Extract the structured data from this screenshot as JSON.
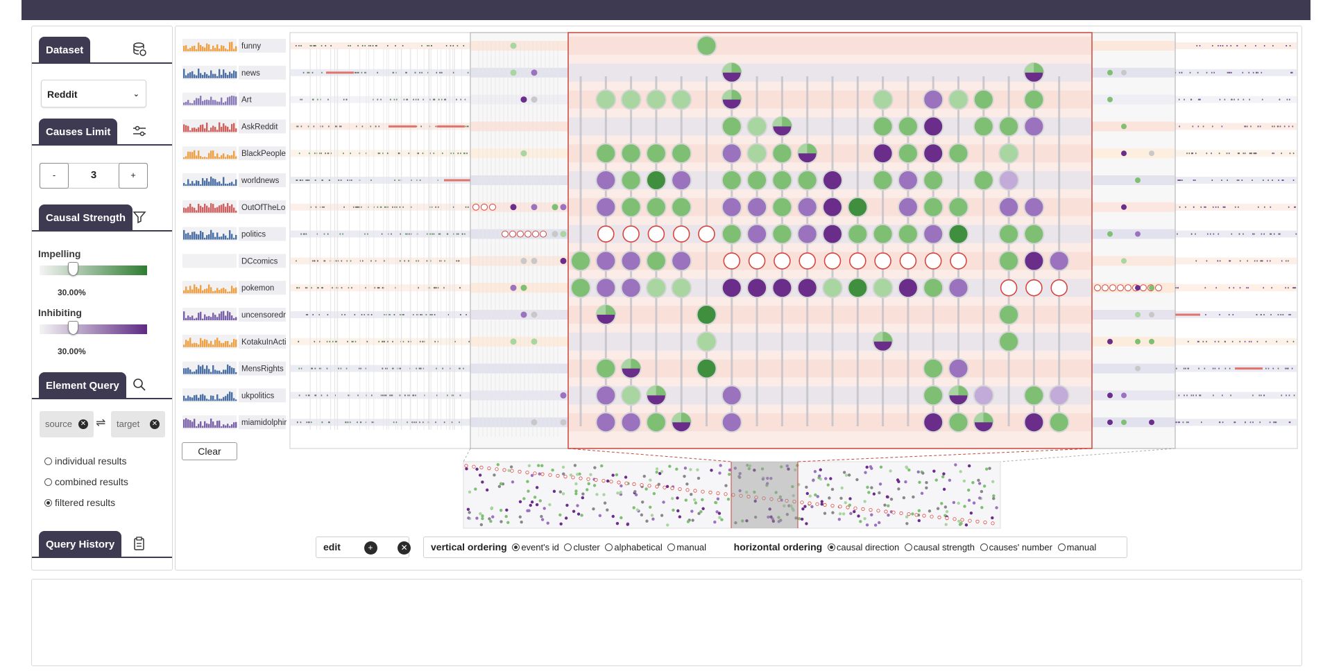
{
  "panel": {
    "dataset": {
      "title": "Dataset",
      "icon": "database-icon",
      "selected": "Reddit"
    },
    "causes_limit": {
      "title": "Causes Limit",
      "icon": "sliders-icon",
      "minus": "-",
      "value": "3",
      "plus": "+"
    },
    "causal_strength": {
      "title": "Causal Strength",
      "icon": "filter-icon",
      "impelling_label": "Impelling",
      "impelling_value": "30.00%",
      "impelling_fraction": 0.3,
      "inhibiting_label": "Inhibiting",
      "inhibiting_value": "30.00%",
      "inhibiting_fraction": 0.3,
      "impelling_color": "#2e7d32",
      "inhibiting_color": "#5e2a84"
    },
    "element_query": {
      "title": "Element Query",
      "icon": "search-icon",
      "source_placeholder": "source",
      "target_placeholder": "target",
      "swap_icon": "swap-icon",
      "options": [
        "individual results",
        "combined results",
        "filtered results"
      ],
      "selected_option": 2
    },
    "query_history": {
      "title": "Query History",
      "icon": "clipboard-icon"
    }
  },
  "rows": [
    "funny",
    "news",
    "Art",
    "AskReddit",
    "BlackPeople",
    "worldnews",
    "OutOfTheLo",
    "politics",
    "DCcomics",
    "pokemon",
    "uncensoredr",
    "KotakuInActi",
    "MensRights",
    "ukpolitics",
    "miamidolphir"
  ],
  "clear_label": "Clear",
  "toolbar": {
    "edit_label": "edit",
    "vertical_label": "vertical ordering",
    "vertical_options": [
      "event's id",
      "cluster",
      "alphabetical",
      "manual"
    ],
    "vertical_selected": 0,
    "horizontal_label": "horizontal ordering",
    "horizontal_options": [
      "causal direction",
      "causal strength",
      "causes' number",
      "manual"
    ],
    "horizontal_selected": 0
  },
  "colors": {
    "impel_light": "#a8d5a0",
    "impel_mid": "#7fbf73",
    "impel_dark": "#3f8f3f",
    "inhib_light": "#c3abd9",
    "inhib_mid": "#9a72bd",
    "inhib_dark": "#6a2d8a",
    "red_outline": "#d9443c",
    "header_dark": "#3d3a52"
  }
}
